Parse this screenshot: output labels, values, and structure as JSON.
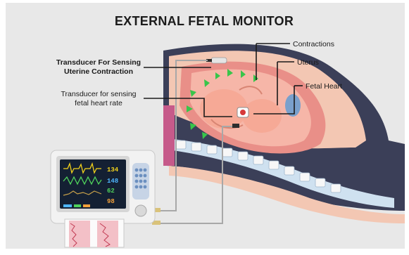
{
  "title": "EXTERNAL FETAL MONITOR",
  "labels": {
    "contractions": "Contractions",
    "uterus": "Uterus",
    "fetal_heart": "Fetal Heart",
    "uc_transducer_line1": "Transducer For Sensing",
    "uc_transducer_line2": "Uterine Contraction",
    "fhr_transducer_line1": "Transducer for sensing",
    "fhr_transducer_line2": "fetal heart rate"
  },
  "monitor": {
    "readings": {
      "value1": "134",
      "value2": "148",
      "value3": "62",
      "value4": "98"
    }
  },
  "colors": {
    "background": "#e8e8e8",
    "arrow_green": "#39c54a",
    "wave_yellow": "#f2d21b",
    "wave_green": "#4fd15b",
    "reading_blue": "#4fb6ff"
  }
}
